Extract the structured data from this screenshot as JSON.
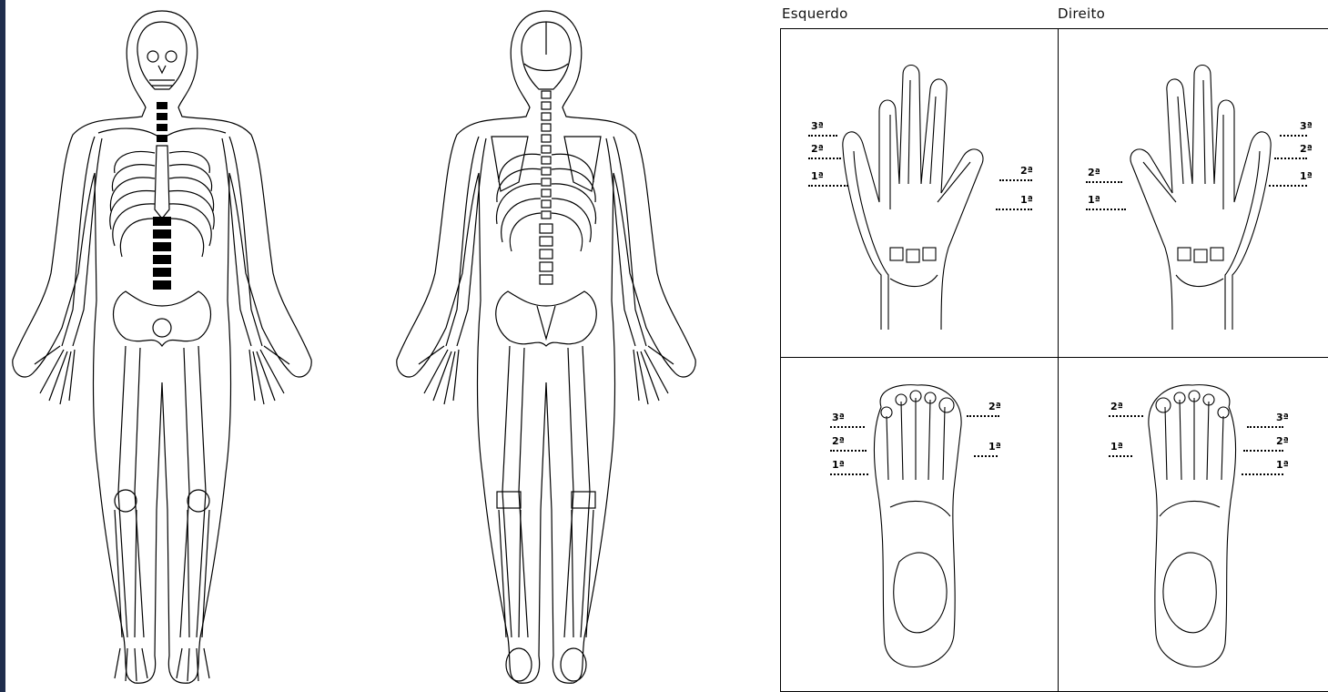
{
  "side_labels": {
    "left": "Esquerdo",
    "right": "Direito"
  },
  "levels": {
    "first": "1ª",
    "second": "2ª",
    "third": "3ª"
  },
  "colors": {
    "accent_bar": "#1f2d4d",
    "line": "#000000",
    "background": "#ffffff"
  }
}
